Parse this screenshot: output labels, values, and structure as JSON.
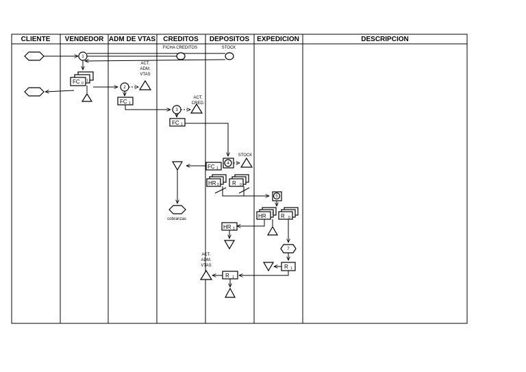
{
  "columns": [
    "CLIENTE",
    "VENDEDOR",
    "ADM DE VTAS",
    "CREDITOS",
    "DEPOSITOS",
    "EXPEDICION",
    "DESCRIPCION"
  ],
  "labels": {
    "ficha_creditos": "FICHA CREDITOS",
    "stock_top": "STOCK",
    "stock_mid": "STOCK",
    "act_adm_vtas_1": [
      "ACT.",
      "ADM.",
      "VTAS"
    ],
    "act_cred": [
      "ACT.",
      "CRED."
    ],
    "act_adm_vtas_2": [
      "ACT.",
      "ADM.",
      "VTAS"
    ],
    "cobranzas": "cobranzas"
  },
  "operations": [
    "1",
    "2",
    "3",
    "4",
    "5",
    "7"
  ],
  "documents": {
    "fc": "FC",
    "hr": "HR",
    "r": "R",
    "sub0": "0",
    "sub1": "1"
  }
}
